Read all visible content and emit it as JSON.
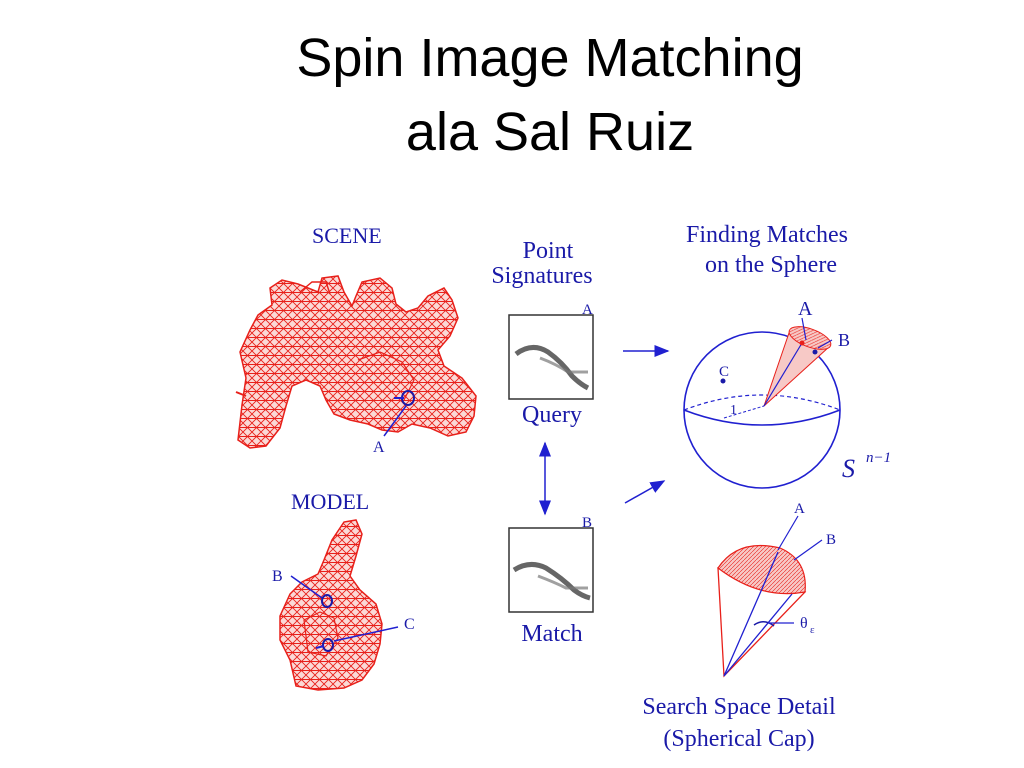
{
  "slide": {
    "title_line1": "Spin Image Matching",
    "title_line2": "ala Sal Ruiz"
  },
  "figure": {
    "scene_label": "SCENE",
    "model_label": "MODEL",
    "point_signatures_line1": "Point",
    "point_signatures_line2": "Signatures",
    "query_label": "Query",
    "match_label": "Match",
    "spin_a_tag": "A",
    "spin_b_tag": "B",
    "finding_line1": "Finding Matches",
    "finding_line2": "on the Sphere",
    "sphere_point_a": "A",
    "sphere_point_b": "B",
    "sphere_point_c": "C",
    "sphere_radius": "1",
    "sphere_symbol": "S",
    "sphere_exponent": "n−1",
    "cap_a": "A",
    "cap_b": "B",
    "cap_angle": "θ",
    "cap_angle_sub": "ε",
    "search_line1": "Search Space Detail",
    "search_line2": "(Spherical Cap)",
    "scene_point_a": "A",
    "model_point_b": "B",
    "model_point_c": "C"
  },
  "colors": {
    "mesh": "#e8201a",
    "label_blue": "#1a1aa8",
    "line_blue": "#2020d0"
  }
}
